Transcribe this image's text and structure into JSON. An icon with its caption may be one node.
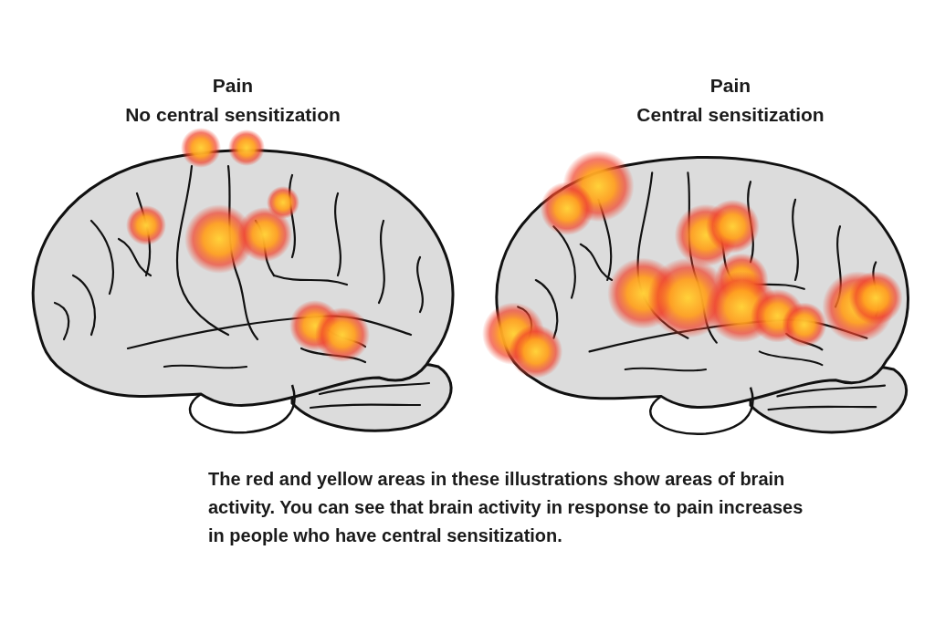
{
  "diagram": {
    "caption": "The red and yellow areas in these illustrations show areas of brain activity. You can see that brain activity in response to pain increases in people who have central sensitization.",
    "labels": [
      "Pain",
      "No central sensitization",
      "Pain",
      "Central sensitization"
    ]
  }
}
